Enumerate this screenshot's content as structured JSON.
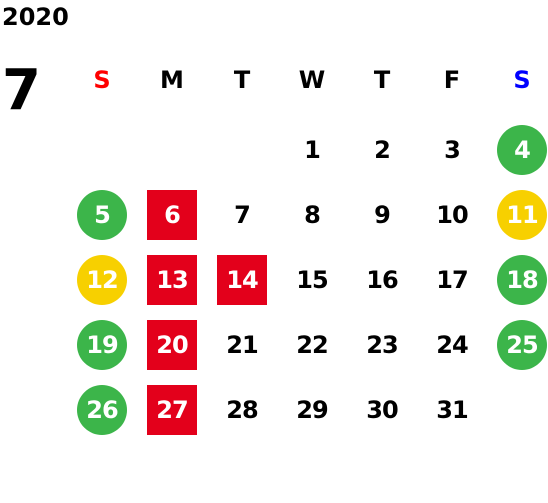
{
  "calendar": {
    "year": "2020",
    "month": "7",
    "weekdays": [
      "S",
      "M",
      "T",
      "W",
      "T",
      "F",
      "S"
    ],
    "weekday_colors": [
      "#ff0000",
      "#000000",
      "#000000",
      "#000000",
      "#000000",
      "#000000",
      "#0000ff"
    ],
    "colors": {
      "green": "#3cb54a",
      "yellow": "#f7d000",
      "red": "#e3001b"
    },
    "weeks": [
      [
        null,
        null,
        null,
        {
          "day": "1",
          "style": "plain"
        },
        {
          "day": "2",
          "style": "plain"
        },
        {
          "day": "3",
          "style": "plain"
        },
        {
          "day": "4",
          "style": "circle-green"
        }
      ],
      [
        null,
        {
          "day": "5",
          "style": "circle-green"
        },
        {
          "day": "6",
          "style": "square-red"
        },
        {
          "day": "7",
          "style": "plain"
        },
        {
          "day": "8",
          "style": "plain"
        },
        {
          "day": "9",
          "style": "plain"
        },
        {
          "day": "10",
          "style": "plain"
        },
        {
          "day": "11",
          "style": "circle-yellow"
        }
      ],
      [
        null,
        {
          "day": "12",
          "style": "circle-yellow"
        },
        {
          "day": "13",
          "style": "square-red"
        },
        {
          "day": "14",
          "style": "square-red"
        },
        {
          "day": "15",
          "style": "plain"
        },
        {
          "day": "16",
          "style": "plain"
        },
        {
          "day": "17",
          "style": "plain"
        },
        {
          "day": "18",
          "style": "circle-green"
        }
      ],
      [
        null,
        {
          "day": "19",
          "style": "circle-green"
        },
        {
          "day": "20",
          "style": "square-red"
        },
        {
          "day": "21",
          "style": "plain"
        },
        {
          "day": "22",
          "style": "plain"
        },
        {
          "day": "23",
          "style": "plain"
        },
        {
          "day": "24",
          "style": "plain"
        },
        {
          "day": "25",
          "style": "circle-green"
        }
      ],
      [
        null,
        {
          "day": "26",
          "style": "circle-green"
        },
        {
          "day": "27",
          "style": "square-red"
        },
        {
          "day": "28",
          "style": "plain"
        },
        {
          "day": "29",
          "style": "plain"
        },
        {
          "day": "30",
          "style": "plain"
        },
        {
          "day": "31",
          "style": "plain"
        },
        null
      ]
    ]
  }
}
